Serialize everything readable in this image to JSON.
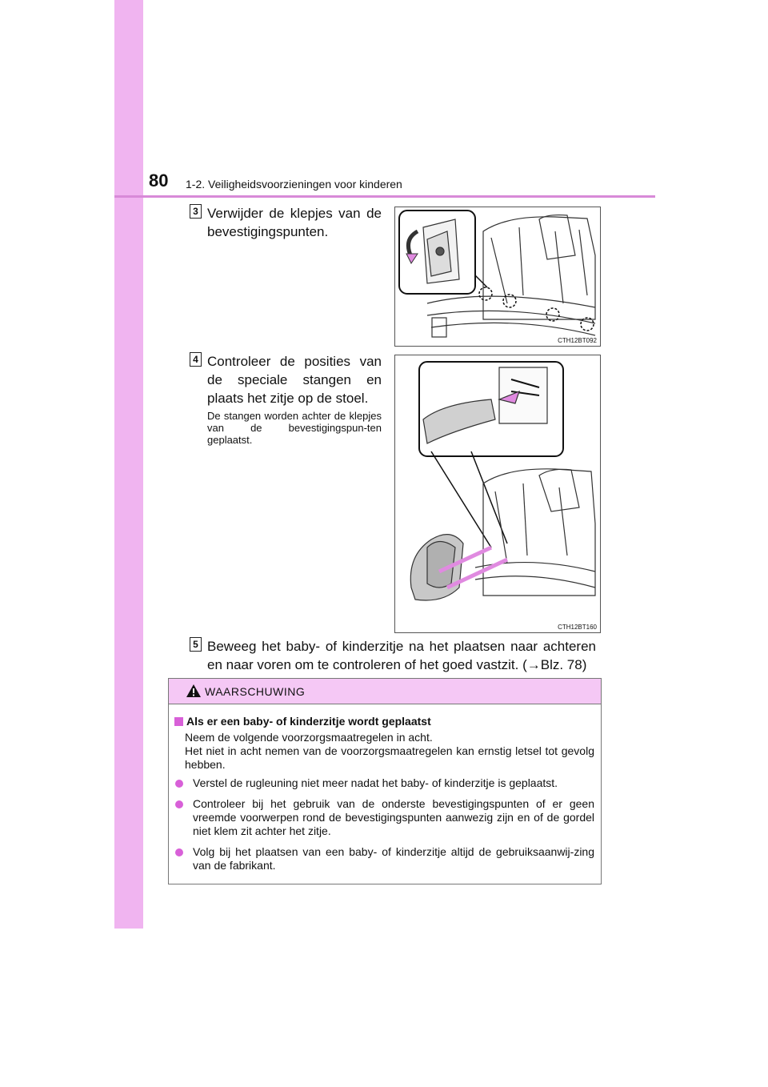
{
  "header": {
    "page_number": "80",
    "section_title": "1-2. Veiligheidsvoorzieningen voor kinderen"
  },
  "steps": [
    {
      "num": "3",
      "text": "Verwijder de klepjes van de bevestigingspunten.",
      "figure_code": "CTH12BT092"
    },
    {
      "num": "4",
      "text": "Controleer de posities van de speciale stangen en plaats het zitje op de stoel.",
      "note": "De stangen worden achter de klepjes van de bevestigingspun-ten geplaatst.",
      "figure_code": "CTH12BT160"
    },
    {
      "num": "5",
      "text": "Beweeg het baby- of kinderzitje na het plaatsen naar achteren en naar voren om te controleren of het goed vastzit. (→Blz. 78)"
    }
  ],
  "warning": {
    "title": "WAARSCHUWING",
    "heading": "Als er een baby- of kinderzitje wordt geplaatst",
    "intro_1": "Neem de volgende voorzorgsmaatregelen in acht.",
    "intro_2": "Het niet in acht nemen van de voorzorgsmaatregelen kan ernstig letsel tot gevolg hebben.",
    "bullets": [
      "Verstel de rugleuning niet meer nadat het baby- of kinderzitje is geplaatst.",
      "Controleer bij het gebruik van de onderste bevestigingspunten of er geen vreemde voorwerpen rond de bevestigingspunten aanwezig zijn en of de gordel niet klem zit achter het zitje.",
      "Volg bij het plaatsen van een baby- of kinderzitje altijd de gebruiksaanwij-zing van de fabrikant."
    ]
  },
  "colors": {
    "accent": "#d860d8",
    "sidebar": "#f0b4f0",
    "warning_header": "#f5c8f5"
  }
}
